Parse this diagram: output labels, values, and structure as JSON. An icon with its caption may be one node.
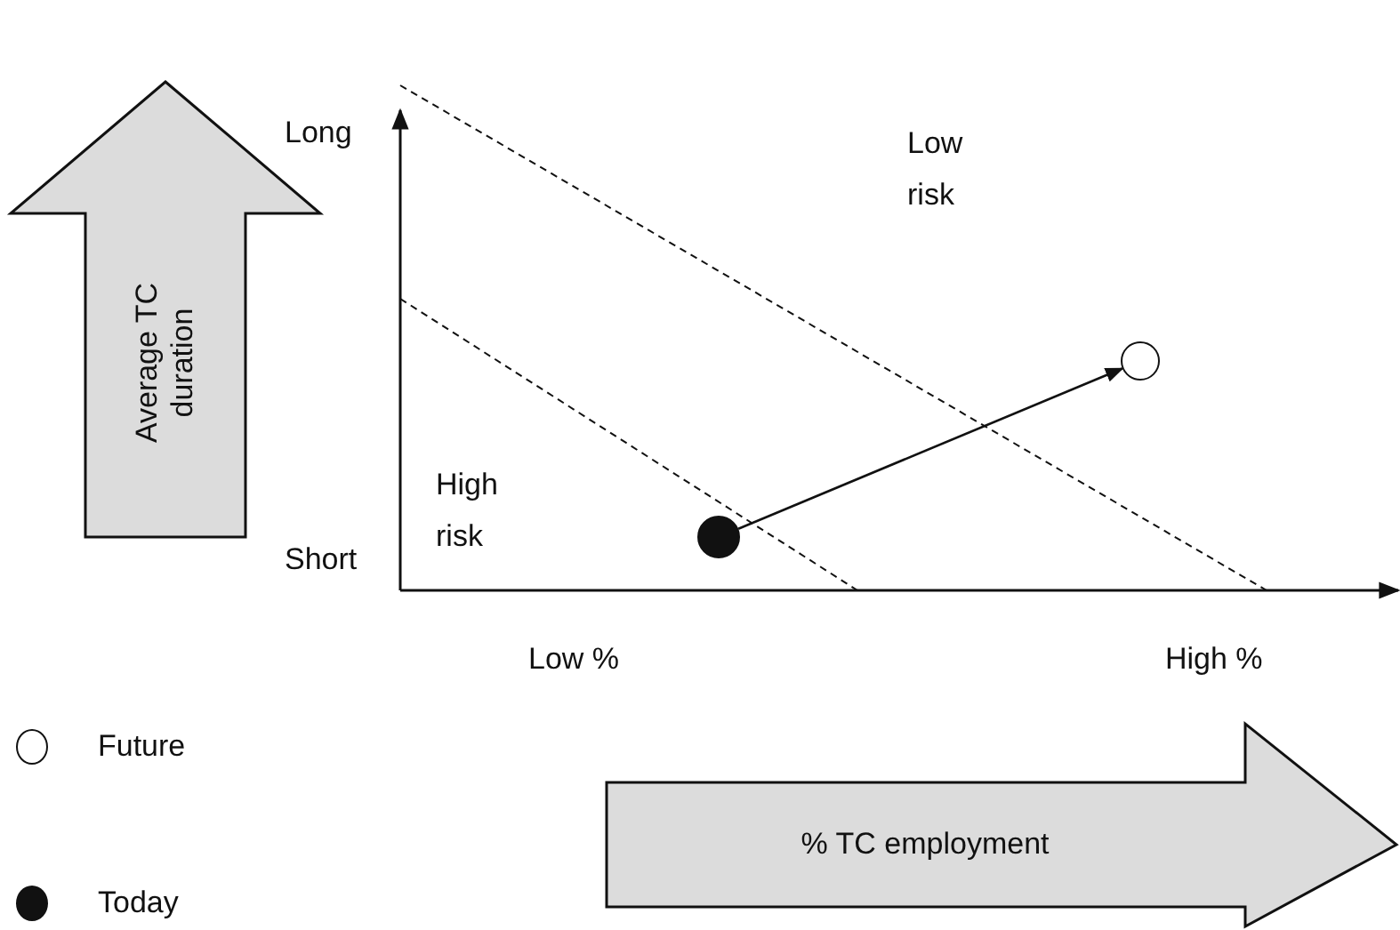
{
  "diagram": {
    "nodes": [
      {
        "text": [
          "Average TC duration"
        ]
      },
      {
        "text": [],
        "shape": "circle"
      },
      {
        "text": [],
        "shape": "circle"
      },
      {
        "text": [
          "% TC employment"
        ]
      }
    ],
    "edges": [
      {
        "from": 2,
        "to": 1,
        "arrow": "to"
      }
    ],
    "labels": [
      "Long",
      "Low risk",
      "High risk",
      "Short",
      "Low %",
      "High %"
    ],
    "legend": [
      {
        "text": "Future"
      },
      {
        "text": "Today"
      }
    ]
  }
}
